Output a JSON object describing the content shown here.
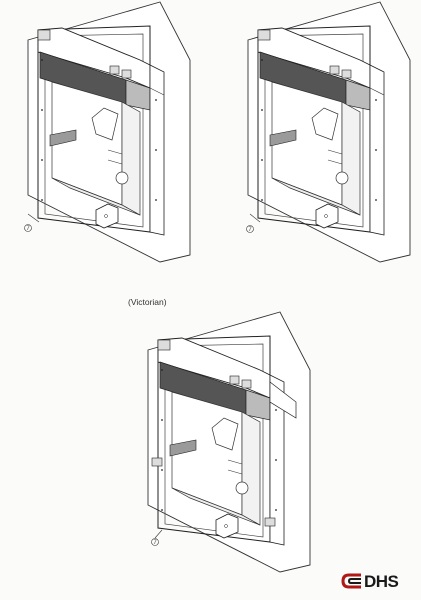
{
  "caption": "(Victorian)",
  "callout_number": "7",
  "logo": {
    "text": "DHS",
    "icon": "c-bracket-logo-icon"
  },
  "colors": {
    "line": "#2b2b2b",
    "shade": "#9a9a9a",
    "paper": "#fbfbf9"
  }
}
